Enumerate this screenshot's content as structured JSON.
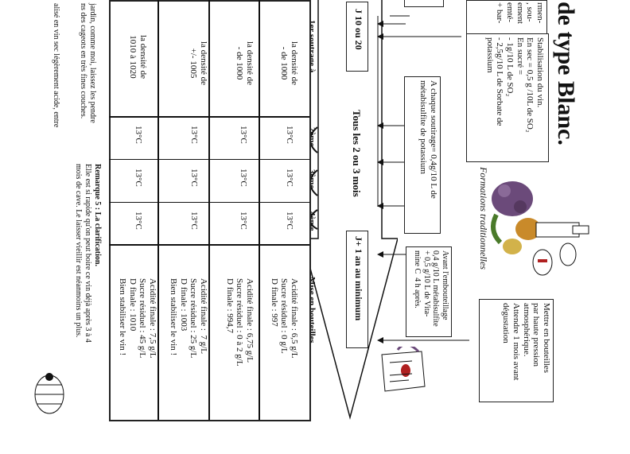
{
  "title": "de type Blanc.",
  "header_left": {
    "top": "J 10 ou 20",
    "bottom": "J+ 1 an au minimum"
  },
  "phase_title": "Tous les 2 ou 3 mois",
  "first_racking": "1er soutrage à",
  "rackings": [
    "2ème",
    "3ème",
    "4ème"
  ],
  "bottling": "Mise en bouteilles",
  "stabilisation_box": "Stabilisation du vin.\nEn sec = 0,5 g /10L de SO₂\nEn sucré =\n- 1g/10 L de SO₂\n- 2,5g/10 L de Sorbate de\npotassium",
  "partial_box": "rmen-\n, sou-\nement\nemté-\n+ bar-",
  "racking_note_box": "A chaque soutirage= 0,4g/10 L de\nmétabisulfite de potassium",
  "bottling_note_box": "Avant l'embouteillage\n0,4 g/10 L métabisulfite\n+ 0,5 g/10 L de Vita-\nmine C  4 h après.",
  "aging_box": "Mettre en bouteilles\npar haute pression\natmosphérique.\nAttendre 1 mois avant\ndégustation",
  "logo_text": "Formations traditionnelles",
  "rows": [
    {
      "density": "la densité de\n- de 1000",
      "temps": [
        "13°C",
        "13°C",
        "13°C"
      ],
      "result": "Acidité finale : 6,5 g/L\nSucre résiduel : 0 g/L\nD finale : 997"
    },
    {
      "density": "la densité de\n- de 1000",
      "temps": [
        "13°C",
        "13°C",
        "13°C"
      ],
      "result": "Acidité finale : 6,75 g/L\nSucre résiduel : 0 à 2 g/L\nD finale : 994,7"
    },
    {
      "density": "la densité de\n+/- 1005",
      "temps": [
        "13°C",
        "13°C",
        "13°C"
      ],
      "result": "Acidité finale :  7 g/L\nSucre résiduel : 25 g/L\nD finale : 1003\nBien stabiliser le vin !"
    },
    {
      "density": "la densité de\n1010 à 1020",
      "temps": [
        "13°C",
        "13°C",
        "13°C"
      ],
      "result": "Acidité finale : 7,5 g/L\nSucre résiduel : 45 g/L\nD finale : 1010\nBien stabiliser le vin !"
    }
  ],
  "remark_title": "Remarque 5 : La clarification.",
  "remark_text": "Elle est si rapide qu'on peut boire ce vin déjà après 3 à 4\nmois de cave. Le laisser vieillir est néanmoins un plus.",
  "left_notes": [
    "jardin, comme moi, laissez les pendre",
    "ns des cageots en très fines couches.",
    "",
    "alisé en vin sec légèrement acide, entre"
  ],
  "colors": {
    "ink": "#111111",
    "grape": "#6b4a7a",
    "wine_red": "#b02020",
    "leaf": "#4a7a2a"
  }
}
